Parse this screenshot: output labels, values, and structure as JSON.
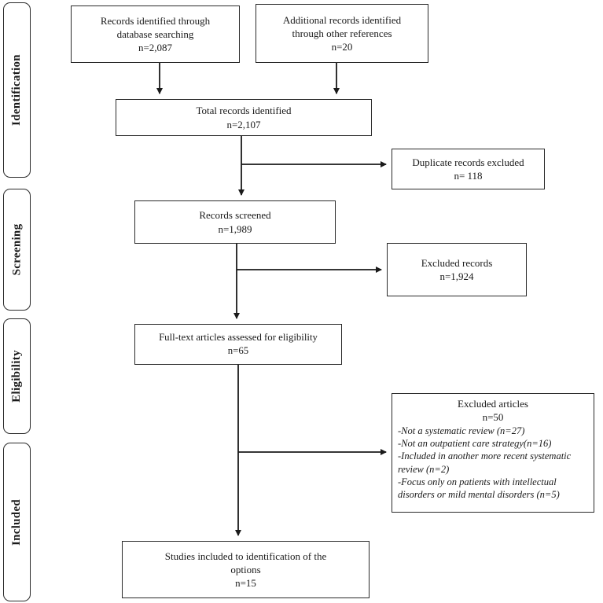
{
  "sidebar": {
    "stages": [
      {
        "label": "Identification"
      },
      {
        "label": "Screening"
      },
      {
        "label": "Eligibility"
      },
      {
        "label": "Included"
      }
    ]
  },
  "flow": {
    "identification": {
      "records_db": {
        "line1": "Records identified through",
        "line2": "database searching",
        "count": "n=2,087"
      },
      "records_other": {
        "line1": "Additional records identified",
        "line2": "through other references",
        "count": "n=20"
      },
      "total": {
        "line1": "Total records identified",
        "count": "n=2,107"
      }
    },
    "screening": {
      "duplicates_excluded": {
        "line1": "Duplicate records excluded",
        "count": "n= 118"
      },
      "screened": {
        "line1": "Records screened",
        "count": "n=1,989"
      },
      "excluded_records": {
        "line1": "Excluded records",
        "count": "n=1,924"
      }
    },
    "eligibility": {
      "fulltext": {
        "line1": "Full-text articles assessed for eligibility",
        "count": "n=65"
      },
      "excluded_articles": {
        "title": "Excluded articles",
        "count": "n=50",
        "reasons": [
          "-Not a systematic review (n=27)",
          "-Not an outpatient care strategy(n=16)",
          "-Included in another more recent systematic review (n=2)",
          "-Focus only on patients with intellectual disorders or mild mental disorders (n=5)"
        ]
      }
    },
    "included": {
      "studies_included": {
        "line1": "Studies included to identification of the",
        "line2": "options",
        "count": "n=15"
      }
    }
  },
  "colors": {
    "line": "#1a1a1a",
    "border": "#2a2a2a",
    "background": "#ffffff"
  }
}
